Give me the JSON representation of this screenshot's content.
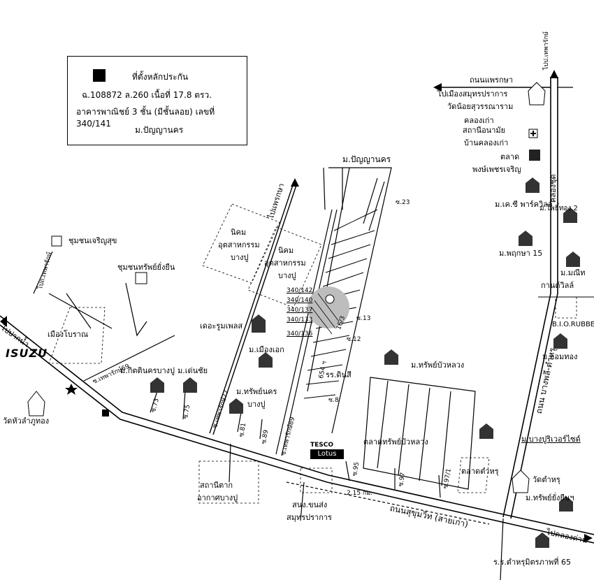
{
  "legend": {
    "line1": "ที่ตั้งหลักประกัน",
    "line2": "ฉ.108872  ล.260  เนื้อที่ 17.8 ตรว.",
    "line3": "อาคารพาณิชย์ 3 ชั้น (มีชั้นลอย)  เลขที่ 340/141",
    "line4": "ม.ปัญญานคร"
  },
  "roads": {
    "phraeksa": "ถนนแพรกษา",
    "to_samut": "ไปเมืองสมุทรปราการ",
    "to_praksa": "ไปแพรกษา",
    "sukhumvit": "ถนนสุขุมวิท (สายเก่า)",
    "bangphli": "ถนน บางพลี-ตำหรุ",
    "to_paknam": "ไปปากน้ำ",
    "to_khlongdan": "ไปคลองด่าน",
    "to_teparak": "ไปถ.เทพารักษ์",
    "khlong_chut": "คลองชุด",
    "distance": "2.15 กม.",
    "soi_69": "ซ.เทพารักษ์69",
    "soi_77": "ซ.เทพารักษ์77",
    "soi_89": "ซ.เทพารักษ์89",
    "soi_69b": "ซ.เทพารักษ์69"
  },
  "soi_labels": {
    "s23": "ซ.23",
    "s13": "ซ.13",
    "s12": "ซ.12",
    "s8": "ซ.8",
    "s73": "ซ.73",
    "s75": "ซ.75",
    "s81": "ซ.81",
    "s89": "ซ.89",
    "s95": "ซ.95",
    "s97": "ซ.97",
    "s971": "ซ.97/1"
  },
  "places": {
    "panya_top": "ม.ปัญญานคร",
    "nikhom1_a": "นิคม",
    "nikhom1_b": "อุตสาหกรรม",
    "nikhom1_c": "บางปู",
    "nikhom2_a": "นิคม",
    "nikhom2_b": "อุตสาหกรรม",
    "nikhom2_c": "บางปู",
    "charoensuk": "ชุมชนเจริญสุข",
    "supsuk": "ชุมชนทรัพย์ยั่งยืน",
    "muang_boran": "เมืองโบราณ",
    "theruumplus": "เดอะรูมเพลส",
    "muang_ek": "ม.เมืองเอก",
    "kit_nakhon": "ม.กิตตินครบางปู",
    "dechai": "ม.เด่นชัย",
    "sup_nakhon_a": "ม.ทรัพย์นคร",
    "sup_nakhon_b": "บางปู",
    "wat_hualamphu": "วัดหัวลำภูทอง",
    "sathani_a": "สถานีตาก",
    "sathani_b": "อากาศบางปู",
    "sanong_a": "สนง.ขนส่ง",
    "sanong_b": "สมุทรปราการ",
    "talad_sup": "ตลาดทรัพย์บัวหลวง",
    "talad_tamru": "ตลาดตำหรุ",
    "sup_bualuang": "ม.ทรัพย์บัวหลวง",
    "ror_dinsi": "รร.ดินสี",
    "wat_noi": "วัดน้อยสุวรรณาราม",
    "khlong_kao": "คลองเก่า",
    "sathani_anamai_a": "สถานีอนามัย",
    "sathani_anamai_b": "บ้านคลองเก่า",
    "talad_a": "ตลาด",
    "talad_b": "พงษ์เพชรเจริญ",
    "mkc": "ม.เค.ซี พาร์ควิลล์",
    "phothong": "ม.โพธิ์ทอง 2",
    "phruksa": "ม.พฤกษา 15",
    "manee_a": "ม.มณีท",
    "manee_b": "กานต์วิลล์",
    "bio": "B.I.O.RUBBER",
    "omthong": "ม.ออมทอง",
    "bangpu_river": "ม.บางปูริเวอร์ไซด์",
    "wat_tamru": "วัดตำหรุ",
    "sup_yangyuen": "ม.ทรัพย์ยั่งยืนฯ",
    "ror_tamru": "ร.ร.ตำหรุมิตรภาพที่ 65",
    "isuzu": "ISUZU",
    "ptt": "ไปป.เทพารักษ์"
  },
  "parcels": {
    "p1": "340/142",
    "p2": "340/140",
    "p3": "340/137",
    "p4": "340/133",
    "p5": "340/136",
    "p6": "654 ฯ",
    "p7": "16/3"
  },
  "tesco": {
    "line1": "TESCO",
    "line2": "Lotus"
  },
  "colors": {
    "ink": "#000000",
    "highlight": "#bdbdbd"
  },
  "icons": [
    "house-icon",
    "temple-icon",
    "hospital-cross-icon",
    "star-icon",
    "target-pin-icon",
    "factory-icon"
  ]
}
